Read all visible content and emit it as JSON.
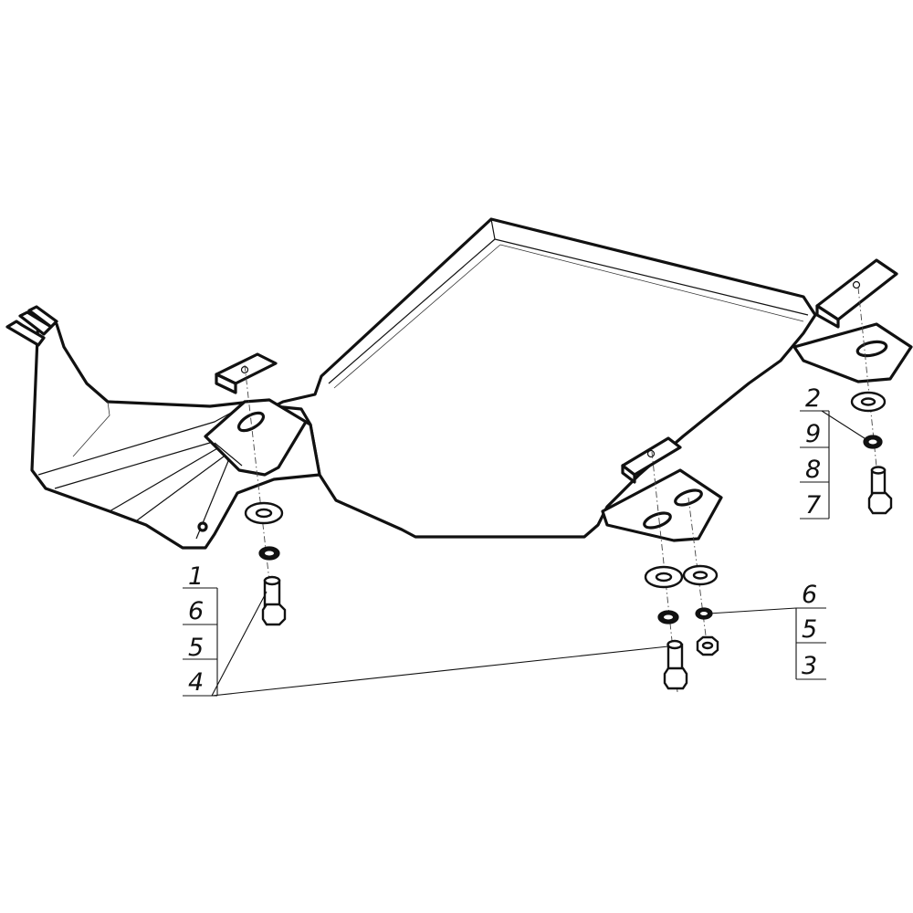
{
  "callouts": {
    "left_stack": [
      "1",
      "6",
      "5",
      "4"
    ],
    "right_top_stack": [
      "2",
      "9",
      "8",
      "7"
    ],
    "right_bottom_stack": [
      "6",
      "5",
      "3"
    ]
  }
}
